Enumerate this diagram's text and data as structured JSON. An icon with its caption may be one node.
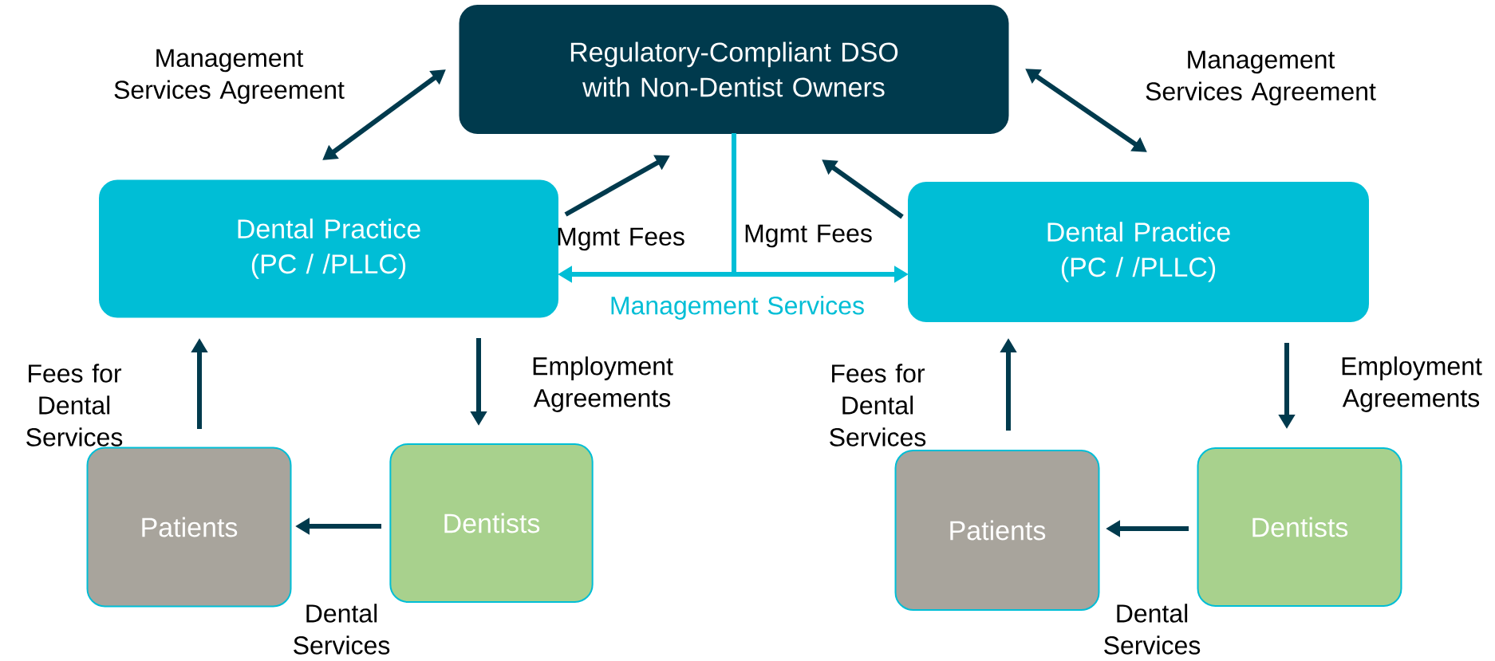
{
  "diagram": {
    "nodes": [
      {
        "text": [
          "Regulatory-Compliant DSO with Non-Dentist Owners"
        ]
      },
      {
        "text": [
          "Dental Practice (PC / /PLLC)"
        ]
      },
      {
        "text": [
          "Dental Practice (PC / /PLLC)"
        ]
      },
      {
        "text": [
          "Patients"
        ]
      },
      {
        "text": [
          "Dentists"
        ]
      },
      {
        "text": [
          "Patients"
        ]
      },
      {
        "text": [
          "Dentists"
        ]
      }
    ],
    "edges": [
      {
        "from": 1,
        "to": 0,
        "arrow": "both",
        "label": "Management Services Agreement"
      },
      {
        "from": 2,
        "to": 0,
        "arrow": "both",
        "label": "Management Services Agreement"
      },
      {
        "from": 1,
        "to": 0,
        "arrow": "to",
        "label": "Mgmt Fees"
      },
      {
        "from": 2,
        "to": 0,
        "arrow": "to",
        "label": "Mgmt Fees"
      },
      {
        "from": 0,
        "to": 1,
        "arrow": "to",
        "color": "#00bed6",
        "label": "Management Services"
      },
      {
        "from": 0,
        "to": 2,
        "arrow": "to",
        "color": "#00bed6"
      },
      {
        "from": 3,
        "to": 1,
        "arrow": "to",
        "label": "Fees for Dental Services"
      },
      {
        "from": 1,
        "to": 4,
        "arrow": "to",
        "label": "Employment Agreements"
      },
      {
        "from": 4,
        "to": 3,
        "arrow": "to",
        "label": "Dental Services"
      },
      {
        "from": 5,
        "to": 2,
        "arrow": "to",
        "label": "Fees for Dental Services"
      },
      {
        "from": 2,
        "to": 6,
        "arrow": "to",
        "label": "Employment Agreements"
      },
      {
        "from": 6,
        "to": 5,
        "arrow": "to",
        "label": "Dental Services"
      }
    ]
  }
}
